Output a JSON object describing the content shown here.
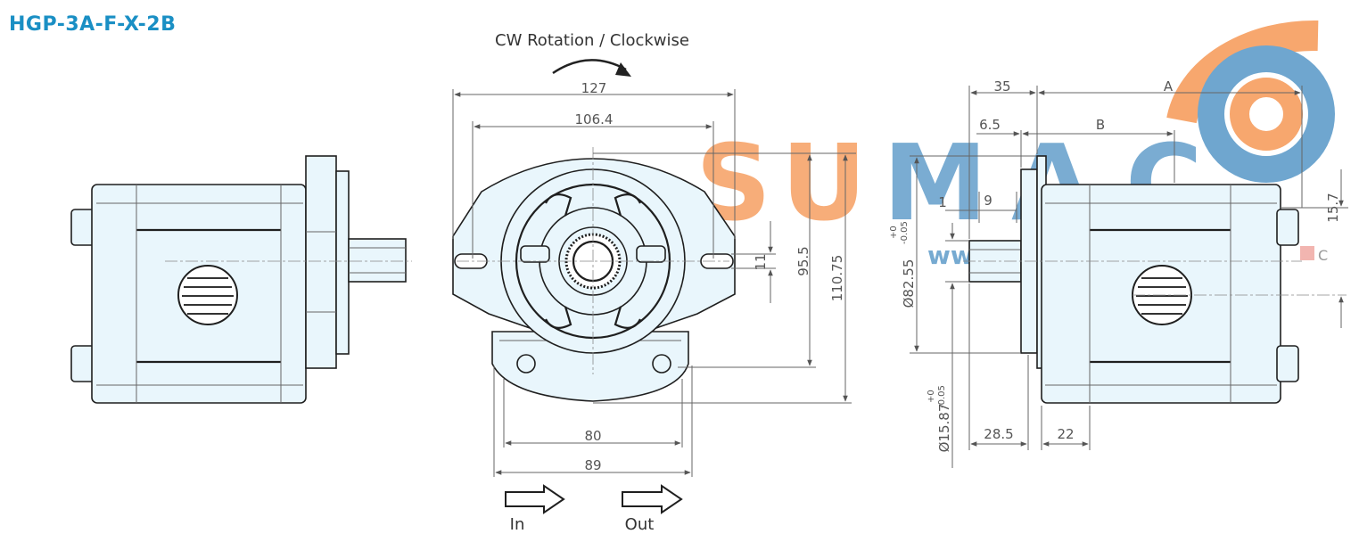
{
  "title": "HGP-3A-F-X-2B",
  "rotation_label": "CW Rotation / Clockwise",
  "watermark": {
    "brand": "SUMAC",
    "website": "www.sumac.vn",
    "marks": [
      "A",
      "B",
      "C"
    ],
    "colors": {
      "orange": "#f7a76e",
      "blue": "#6fa6cf",
      "pink": "#f2b5b0"
    }
  },
  "front_view": {
    "width_overall": "127",
    "width_bolt": "106.4",
    "height_center": "95.5",
    "height_overall": "110.75",
    "slot_height": "11",
    "bottom_width": "80",
    "bottom_width_overall": "89"
  },
  "side_view": {
    "dim_35": "35",
    "dim_A": "A",
    "dim_6_5": "6.5",
    "dim_B": "B",
    "dim_1": "1",
    "dim_9": "9",
    "dim_15_7": "15.7",
    "pilot_dia": "Ø82.55",
    "pilot_tol_plus": "+0",
    "pilot_tol_minus": "-0.05",
    "shaft_dia": "Ø15.87",
    "shaft_tol_plus": "+0",
    "shaft_tol_minus": "-0.05",
    "dim_28_5": "28.5",
    "dim_22": "22"
  },
  "ports": {
    "inlet": "In",
    "outlet": "Out"
  }
}
